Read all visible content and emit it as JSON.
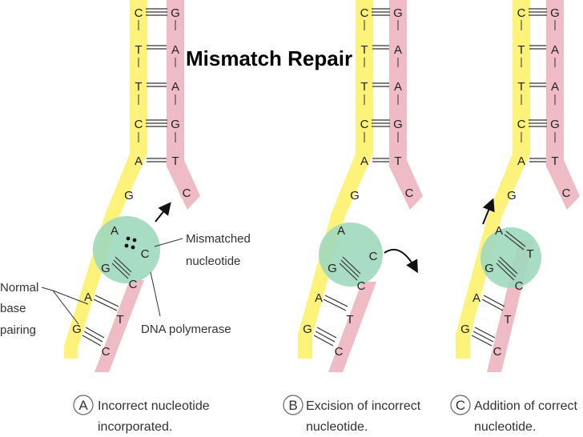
{
  "title": "Mismatch Repair",
  "labels": {
    "mismatched": [
      "Mismatched",
      "nucleotide"
    ],
    "normal": [
      "Normal",
      "base",
      "pairing"
    ],
    "polymerase": "DNA polymerase"
  },
  "colors": {
    "template_strand": "#fdf27a",
    "new_strand": "#efbcc6",
    "polymerase": "#9fd8bd"
  },
  "panels": [
    {
      "id": "A",
      "template_upper": [
        "C",
        "T",
        "T",
        "C",
        "A",
        "G"
      ],
      "new_upper": [
        "G",
        "A",
        "A",
        "G",
        "T",
        "C"
      ],
      "template_lower": [
        "A",
        "G",
        "A",
        "G"
      ],
      "new_lower": [
        "C",
        "C",
        "T",
        "C"
      ],
      "caption": [
        "Incorrect nucleotide",
        "incorporated."
      ]
    },
    {
      "id": "B",
      "template_upper": [
        "C",
        "T",
        "T",
        "C",
        "A",
        "G"
      ],
      "new_upper": [
        "G",
        "A",
        "A",
        "G",
        "T",
        "C"
      ],
      "template_lower": [
        "A",
        "G",
        "A",
        "G"
      ],
      "new_lower": [
        "C",
        "C",
        "T",
        "C"
      ],
      "excised": "C",
      "caption": [
        "Excision of incorrect",
        "nucleotide."
      ]
    },
    {
      "id": "C",
      "template_upper": [
        "C",
        "T",
        "T",
        "C",
        "A",
        "G"
      ],
      "new_upper": [
        "G",
        "A",
        "A",
        "G",
        "T",
        "C"
      ],
      "template_lower": [
        "A",
        "G",
        "A",
        "G"
      ],
      "new_lower": [
        "T",
        "C",
        "T",
        "C"
      ],
      "caption": [
        "Addition of correct",
        "nucleotide."
      ]
    }
  ]
}
